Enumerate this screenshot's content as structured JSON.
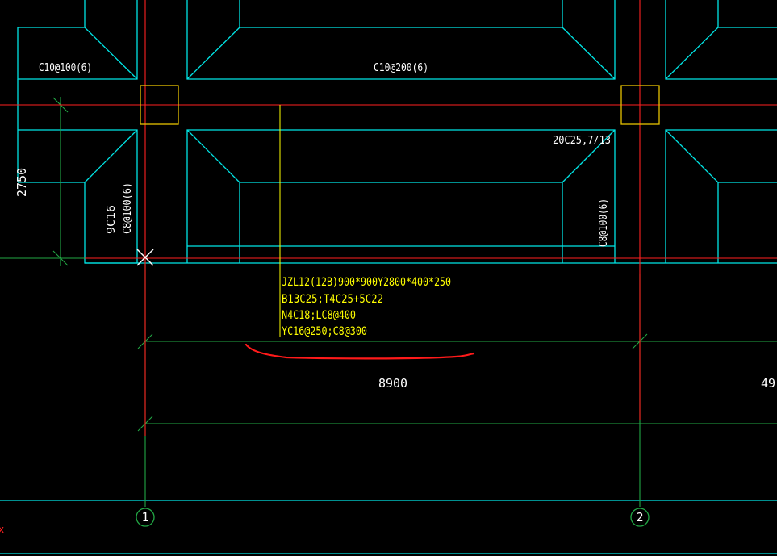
{
  "drawing": {
    "labels": {
      "stirrup_left": "C10@100(6)",
      "stirrup_mid": "C10@200(6)",
      "bar_note": "20C25,7/13",
      "left_dim": "2750",
      "vert_a": "9C16",
      "vert_b": "C8@100(6)",
      "vert_c": "C8@100(6)",
      "beam_spec": [
        "JZL12(12B)900*900Y2800*400*250",
        "B13C25;T4C25+5C22",
        "N4C18;LC8@400",
        "YC16@250;C8@300"
      ],
      "span_dim": "8900",
      "span_dim_right": "49",
      "axis_1": "1",
      "axis_2": "2"
    },
    "colors": {
      "outline": "#00e5e5",
      "axis": "#ff2020",
      "dim": "#22a845",
      "column": "#ffd700",
      "annotation": "#ffff00",
      "markup": "#ff1a1a"
    }
  }
}
